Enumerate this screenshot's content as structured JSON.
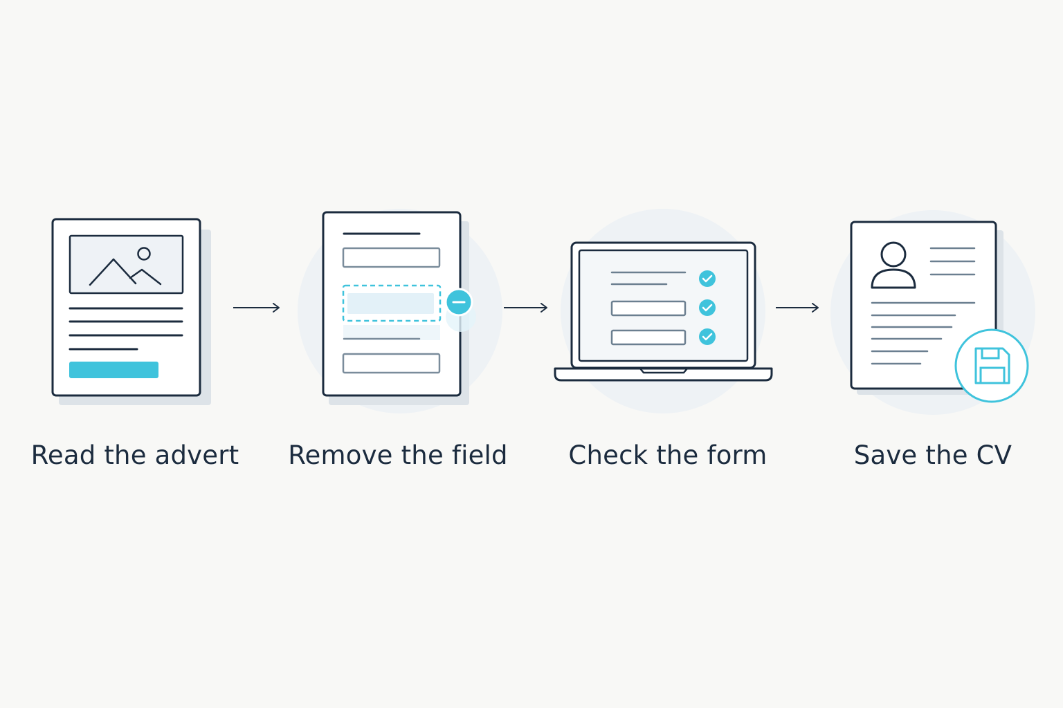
{
  "colors": {
    "background": "#f8f8f6",
    "stroke": "#1b2b3e",
    "muted_line": "#6b7f90",
    "accent": "#3fc3dc",
    "halo": "#eef2f5"
  },
  "steps": [
    {
      "label": "Read the advert",
      "icon": "advert-page-icon"
    },
    {
      "label": "Remove the field",
      "icon": "form-remove-field-icon"
    },
    {
      "label": "Check the form",
      "icon": "laptop-checklist-icon"
    },
    {
      "label": "Save the CV",
      "icon": "cv-save-icon"
    }
  ],
  "connectors": [
    "arrow-right-icon",
    "arrow-right-icon",
    "arrow-right-icon"
  ]
}
